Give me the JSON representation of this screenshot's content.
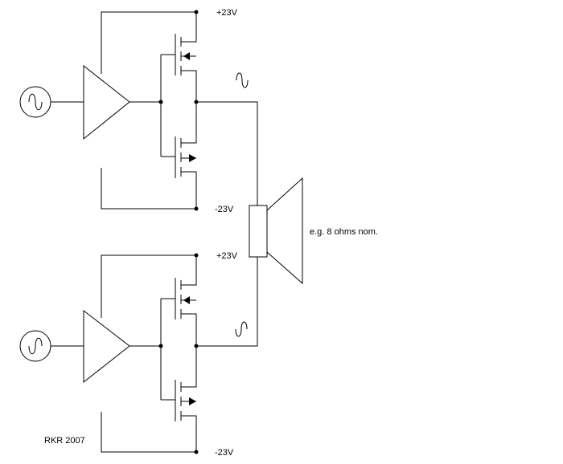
{
  "labels": {
    "rail_top_1": "+23V",
    "rail_bottom_1": "-23V",
    "rail_top_2": "+23V",
    "rail_bottom_2": "-23V",
    "speaker_note": "e.g. 8 ohms nom.",
    "credit": "RKR 2007"
  },
  "colors": {
    "ink": "#000000",
    "background": "#ffffff"
  },
  "icons": {
    "signal_source": "sine-source-icon",
    "amplifier": "triangle-amplifier-icon",
    "mosfet": "mosfet-icon",
    "speaker": "loudspeaker-icon",
    "phase_mark_normal": "sine-wave-icon",
    "phase_mark_inverted": "inverted-sine-wave-icon"
  }
}
